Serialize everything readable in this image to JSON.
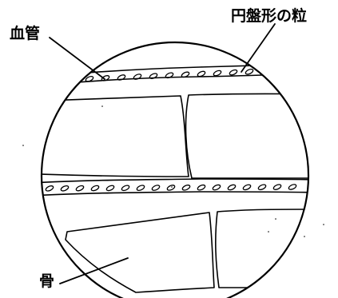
{
  "labels": {
    "blood_vessel": "血管",
    "disc_particles": "円盤形の粒",
    "bone": "骨"
  },
  "colors": {
    "ink": "#000000",
    "background": "#ffffff"
  }
}
